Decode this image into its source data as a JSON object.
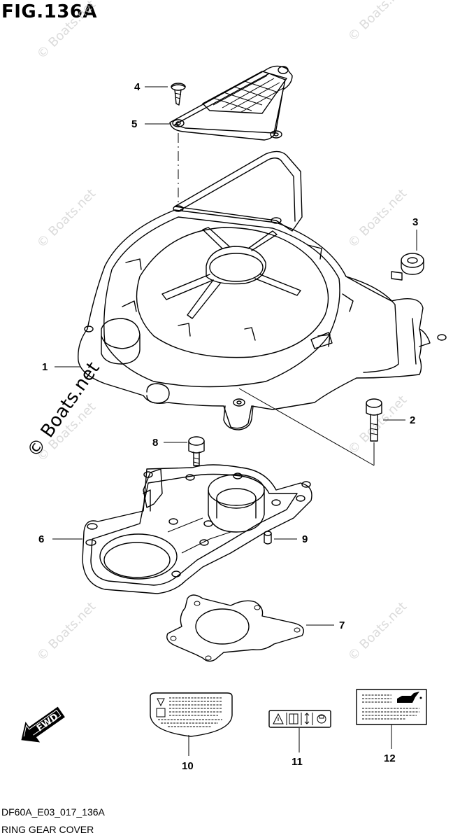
{
  "figure": {
    "title": "FIG.136A",
    "code": "DF60A_E03_017_136A",
    "name": "RING GEAR COVER"
  },
  "watermarks": {
    "small": "© Boats.net",
    "large": "© Boats.net"
  },
  "fwd_label": "FWD",
  "callouts": [
    {
      "num": "1"
    },
    {
      "num": "2"
    },
    {
      "num": "3"
    },
    {
      "num": "4"
    },
    {
      "num": "5"
    },
    {
      "num": "6"
    },
    {
      "num": "7"
    },
    {
      "num": "8"
    },
    {
      "num": "9"
    },
    {
      "num": "10"
    },
    {
      "num": "11"
    },
    {
      "num": "12"
    }
  ]
}
